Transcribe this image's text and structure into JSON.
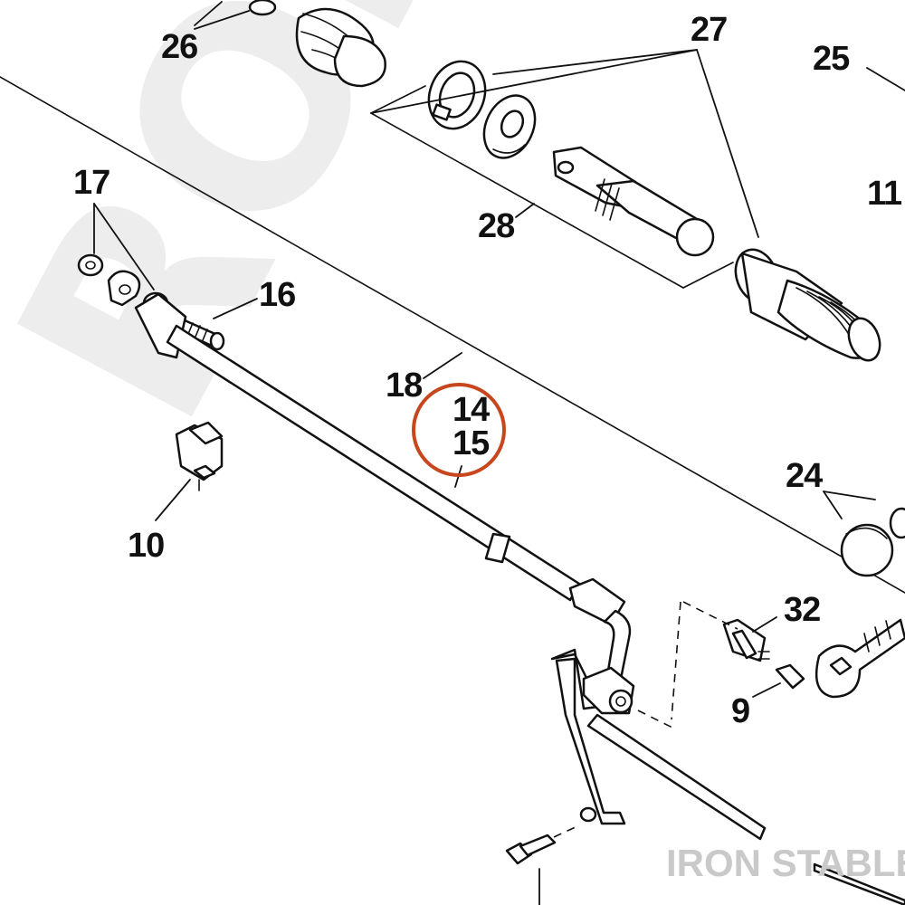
{
  "diagram": {
    "callouts": {
      "c26": "26",
      "c27": "27",
      "c25": "25",
      "c17": "17",
      "c28": "28",
      "c11": "11",
      "c16": "16",
      "c18": "18",
      "c14": "14",
      "c15": "15",
      "c24": "24",
      "c10": "10",
      "c32": "32",
      "c9": "9"
    },
    "highlight_color": "#c8461e",
    "watermark": "IRON STABLE"
  }
}
